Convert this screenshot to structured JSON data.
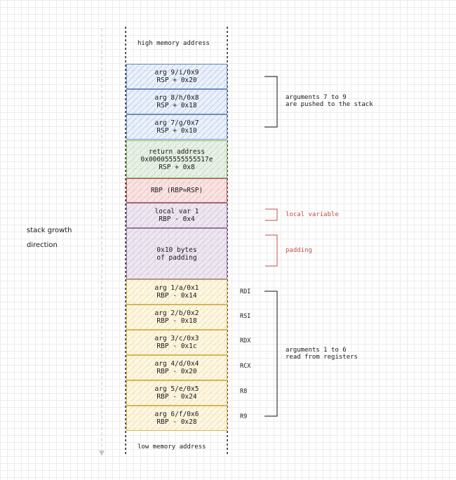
{
  "top_label": "high memory address",
  "bottom_label": "low memory address",
  "growth_label": [
    "stack growth",
    "direction"
  ],
  "boxes": [
    {
      "lines": [
        "arg 9/i/0x9",
        "RSP + 0x20"
      ],
      "color": "blue"
    },
    {
      "lines": [
        "arg 8/h/0x8",
        "RSP + 0x18"
      ],
      "color": "blue"
    },
    {
      "lines": [
        "arg 7/g/0x7",
        "RSP + 0x10"
      ],
      "color": "blue"
    },
    {
      "lines": [
        "return address",
        "0x000055555555517e",
        "RSP + 0x8"
      ],
      "color": "green"
    },
    {
      "lines": [
        "RBP (RBP=RSP)"
      ],
      "color": "red"
    },
    {
      "lines": [
        "local var 1",
        "RBP - 0x4"
      ],
      "color": "purple"
    },
    {
      "lines": [
        "0x10 bytes",
        "of padding"
      ],
      "color": "purple"
    },
    {
      "lines": [
        "arg 1/a/0x1",
        "RBP - 0x14"
      ],
      "color": "yellow"
    },
    {
      "lines": [
        "arg 2/b/0x2",
        "RBP - 0x18"
      ],
      "color": "yellow"
    },
    {
      "lines": [
        "arg 3/c/0x3",
        "RBP - 0x1c"
      ],
      "color": "yellow"
    },
    {
      "lines": [
        "arg 4/d/0x4",
        "RBP - 0x20"
      ],
      "color": "yellow"
    },
    {
      "lines": [
        "arg 5/e/0x5",
        "RBP - 0x24"
      ],
      "color": "yellow"
    },
    {
      "lines": [
        "arg 6/f/0x6",
        "RBP - 0x28"
      ],
      "color": "yellow"
    }
  ],
  "registers": [
    "RDI",
    "RSI",
    "RDX",
    "RCX",
    "R8",
    "R9"
  ],
  "annotations": {
    "stack_args": [
      "arguments 7 to 9",
      "are pushed to the stack"
    ],
    "local_variable": "local variable",
    "padding": "padding",
    "register_args": [
      "arguments 1 to 6",
      "read from registers"
    ]
  },
  "colors": {
    "blue": "#6c8ebf",
    "green": "#82b366",
    "red": "#b85450",
    "purple": "#9673a6",
    "yellow": "#d6b656",
    "annotation_red": "#c0504d"
  }
}
